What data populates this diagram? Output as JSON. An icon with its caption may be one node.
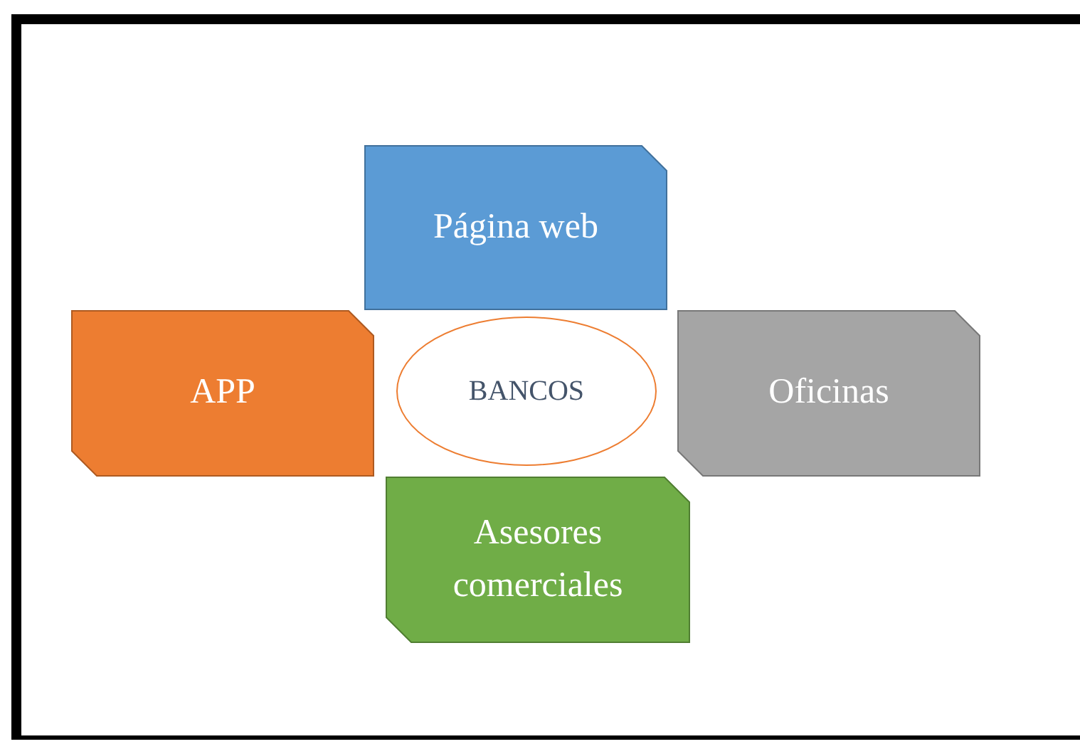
{
  "diagram": {
    "nodes": [
      {
        "text": [
          "Página web"
        ]
      },
      {
        "text": [
          "APP"
        ]
      },
      {
        "text": [
          "BANCOS"
        ]
      },
      {
        "text": [
          "Oficinas"
        ]
      },
      {
        "text": [
          "Asesores comerciales"
        ]
      }
    ]
  }
}
